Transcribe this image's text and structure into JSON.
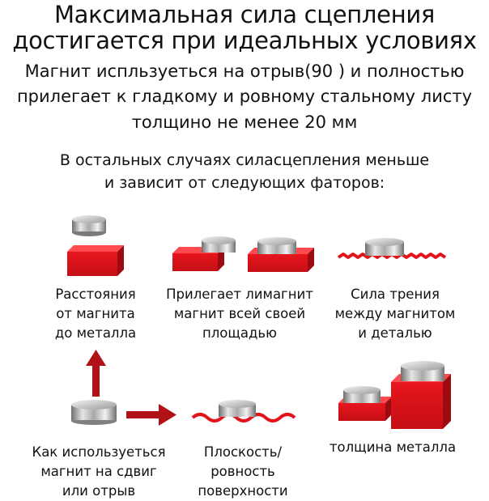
{
  "title": {
    "line1": "Максимальная сила сцепления",
    "line2": "достигается при идеальных условиях"
  },
  "subtitle": {
    "line1": "Магнит испльзуеться на отрыв(90 ) и  полностью",
    "line2": "прилегает к гладкому и ровному стальному листу",
    "line3": "толщино не менее 20 мм"
  },
  "intro": {
    "line1": "В остальных случаях силасцепления меньше",
    "line2": "и зависит от следующих фаторов:"
  },
  "factors": [
    {
      "icon": "magnet-above-block-icon",
      "lines": [
        "Расстояния",
        "от магнита",
        "до металла"
      ]
    },
    {
      "icon": "magnet-partial-contact-icon",
      "lines": [
        "Прилегает лимагнит",
        "магнит всей своей",
        "площадью"
      ]
    },
    {
      "icon": "magnet-on-rough-surface-icon",
      "lines": [
        "Сила трения",
        "между магнитом",
        "и деталью"
      ]
    },
    {
      "icon": "magnet-shear-direction-icon",
      "lines": [
        "Как используеться",
        "магнит на сдвиг",
        "или отрыв"
      ]
    },
    {
      "icon": "magnet-on-wavy-surface-icon",
      "lines": [
        "Плоскость/",
        "ровность",
        "поверхности"
      ]
    },
    {
      "icon": "metal-thickness-icon",
      "lines": [
        "толщина металла"
      ]
    }
  ],
  "colors": {
    "block_red": "#e2141b",
    "arrow_red": "#b01218",
    "magnet_silver": "#c8c8c8"
  }
}
